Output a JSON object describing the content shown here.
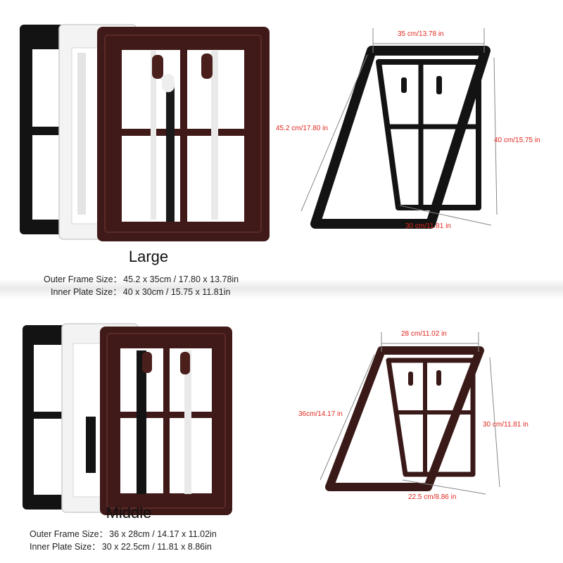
{
  "colors": {
    "black_frame": "#131313",
    "white_frame": "#f3f3f3",
    "brown_frame": "#3f1a18",
    "dimension_text": "#e0281e",
    "dimension_line": "#888888"
  },
  "large": {
    "title": "Large",
    "outer_label": "Outer Frame Size：",
    "outer_value": "45.2 x 35cm / 17.80 x 13.78in",
    "inner_label": "Inner Plate Size：",
    "inner_value": "40 x 30cm / 15.75 x 11.81in",
    "dim_top": "35 cm/13.78 in",
    "dim_left": "45.2 cm/17.80 in",
    "dim_right": "40 cm/15.75 in",
    "dim_bottom": "30 cm/11.81 in"
  },
  "middle": {
    "title": "Middle",
    "outer_label": "Outer Frame Size：",
    "outer_value": "36 x 28cm / 14.17 x 11.02in",
    "inner_label": "Inner Plate Size：",
    "inner_value": "30 x 22.5cm / 11.81 x 8.86in",
    "dim_top": "28 cm/11.02 in",
    "dim_left": "36cm/14.17 in",
    "dim_right": "30 cm/11.81 in",
    "dim_bottom": "22.5 cm/8.86 in"
  }
}
